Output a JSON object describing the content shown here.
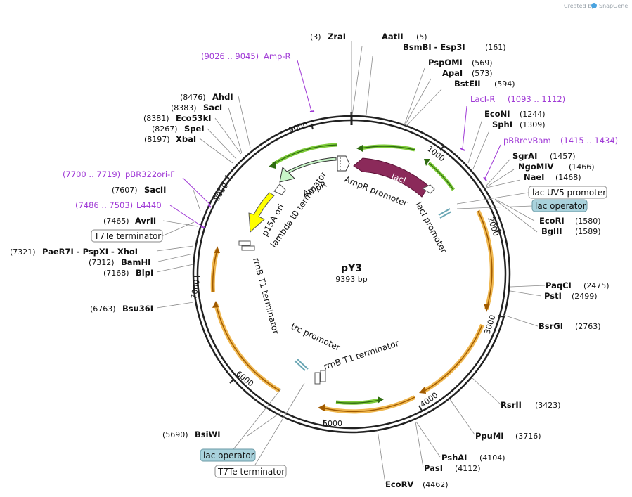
{
  "watermark": {
    "created_by": "Created by",
    "brand": "SnapGene"
  },
  "plasmid": {
    "name": "pY3",
    "size": "9393 bp"
  },
  "ticks": [
    "1000",
    "2000",
    "3000",
    "4000",
    "5000",
    "6000",
    "7000",
    "8000",
    "9000"
  ],
  "enzymes": [
    {
      "id": "zrai",
      "name": "ZraI",
      "pos": "(3)"
    },
    {
      "id": "aatii",
      "name": "AatII",
      "pos": "(5)"
    },
    {
      "id": "bsmbi",
      "name": "BsmBI  -  Esp3I",
      "pos": "(161)"
    },
    {
      "id": "pspomi",
      "name": "PspOMI",
      "pos": "(569)"
    },
    {
      "id": "apai",
      "name": "ApaI",
      "pos": "(573)"
    },
    {
      "id": "bsteii",
      "name": "BstEII",
      "pos": "(594)"
    },
    {
      "id": "econi",
      "name": "EcoNI",
      "pos": "(1244)"
    },
    {
      "id": "sphi",
      "name": "SphI",
      "pos": "(1309)"
    },
    {
      "id": "sgrai",
      "name": "SgrAI",
      "pos": "(1457)"
    },
    {
      "id": "ngomiv",
      "name": "NgoMIV",
      "pos": "(1466)"
    },
    {
      "id": "naei",
      "name": "NaeI",
      "pos": "(1468)"
    },
    {
      "id": "ecori",
      "name": "EcoRI",
      "pos": "(1580)"
    },
    {
      "id": "bglii",
      "name": "BglII",
      "pos": "(1589)"
    },
    {
      "id": "paqci",
      "name": "PaqCI",
      "pos": "(2475)"
    },
    {
      "id": "psti",
      "name": "PstI",
      "pos": "(2499)"
    },
    {
      "id": "bsrgi",
      "name": "BsrGI",
      "pos": "(2763)"
    },
    {
      "id": "rsrii",
      "name": "RsrII",
      "pos": "(3423)"
    },
    {
      "id": "ppumi",
      "name": "PpuMI",
      "pos": "(3716)"
    },
    {
      "id": "pshai",
      "name": "PshAI",
      "pos": "(4104)"
    },
    {
      "id": "pasi",
      "name": "PasI",
      "pos": "(4112)"
    },
    {
      "id": "ecorv",
      "name": "EcoRV",
      "pos": "(4462)"
    },
    {
      "id": "bsiwi",
      "name": "BsiWI",
      "pos": "(5690)"
    },
    {
      "id": "bsu36i",
      "name": "Bsu36I",
      "pos": "(6763)"
    },
    {
      "id": "blpi",
      "name": "BlpI",
      "pos": "(7168)"
    },
    {
      "id": "bamhi",
      "name": "BamHI",
      "pos": "(7312)"
    },
    {
      "id": "paer7i",
      "name": "PaeR7I  -  PspXI  -  XhoI",
      "pos": "(7321)"
    },
    {
      "id": "avrii",
      "name": "AvrII",
      "pos": "(7465)"
    },
    {
      "id": "sacii",
      "name": "SacII",
      "pos": "(7607)"
    },
    {
      "id": "xbai",
      "name": "XbaI",
      "pos": "(8197)"
    },
    {
      "id": "spei",
      "name": "SpeI",
      "pos": "(8267)"
    },
    {
      "id": "eco53ki",
      "name": "Eco53kI",
      "pos": "(8381)"
    },
    {
      "id": "saci",
      "name": "SacI",
      "pos": "(8383)"
    },
    {
      "id": "ahdi",
      "name": "AhdI",
      "pos": "(8476)"
    }
  ],
  "primers": [
    {
      "id": "amp_r",
      "name": "Amp-R",
      "range": "(9026 .. 9045)"
    },
    {
      "id": "laci_r",
      "name": "LacI-R",
      "range": "(1093 .. 1112)"
    },
    {
      "id": "pbrrevbam",
      "name": "pBRrevBam",
      "range": "(1415 .. 1434)"
    },
    {
      "id": "pbr322ori_f",
      "name": "pBR322ori-F",
      "range": "(7700 .. 7719)"
    },
    {
      "id": "l4440",
      "name": "L4440",
      "range": "(7486 .. 7503)"
    }
  ],
  "boxed_features": {
    "lac_uv5_promoter": "lac UV5 promoter",
    "lac_operator_right": "lac operator",
    "t7te_terminator_left": "T7Te terminator",
    "lac_operator_bottom": "lac operator",
    "t7te_terminator_bottom": "T7Te terminator"
  },
  "inner_features": {
    "laci": "lacI",
    "laci_promoter": "lacI promoter",
    "ampr": "AmpR",
    "ampr_promoter": "AmpR promoter",
    "p15a_ori": "p15A ori",
    "lambda_t0": "lambda t0 terminator",
    "rrnb_t1_left": "rrnB T1 terminator",
    "trc_promoter": "trc promoter",
    "rrnb_t1_bottom": "rrnB T1 terminator"
  },
  "colors": {
    "backbone": "#222222",
    "laci": "#8b2a5a",
    "ampr": "#c8f5c8",
    "ori": "#ffff00",
    "orange_feature": "#f0b850",
    "green_feature": "#7ecb3a",
    "primer": "#a03ad6",
    "operator_box": "#a9d2dc"
  }
}
